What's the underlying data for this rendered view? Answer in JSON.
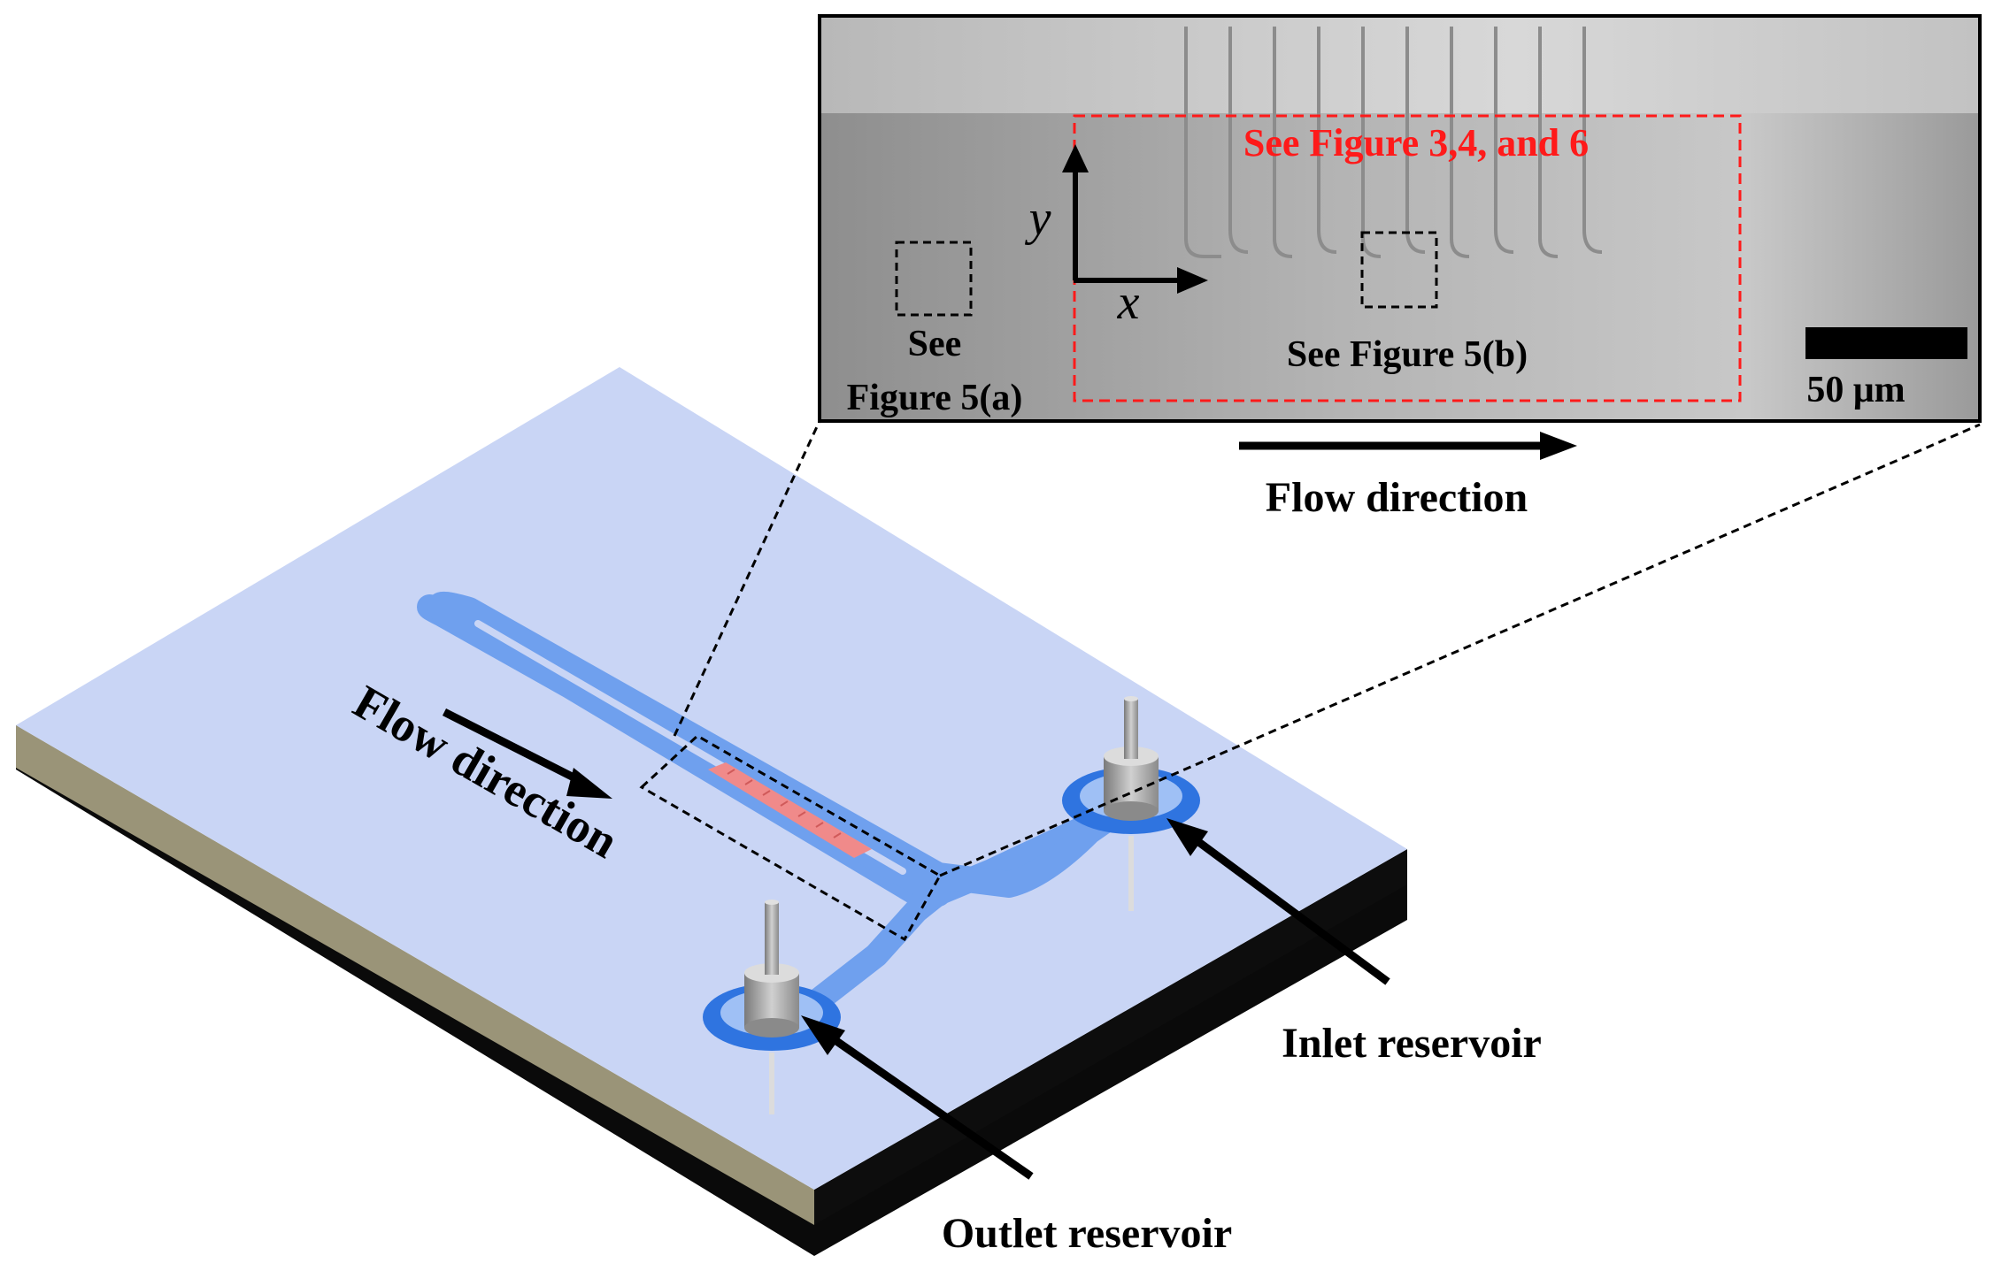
{
  "labels": {
    "flow_direction_top": "Flow direction",
    "flow_direction_chip": "Flow direction",
    "inlet": "Inlet reservoir",
    "outlet": "Outlet reservoir",
    "see_fig_346": "See Figure 3,4, and 6",
    "see_fig_5a_line1": "See",
    "see_fig_5a_line2": "Figure 5(a)",
    "see_fig_5b": "See Figure 5(b)",
    "scale_bar": "50 μm",
    "axis_x": "x",
    "axis_y": "y"
  },
  "colors": {
    "chip_top": "#c9d5f5",
    "chip_side": "#9a9478",
    "chip_base": "#0a0a0a",
    "channel": "#6fa0ee",
    "electrodes": "#f08a8a",
    "reservoir_ring": "#2f74e0",
    "roi_red": "#ff1a1a",
    "micrograph_bg": "#a9a9a9"
  }
}
